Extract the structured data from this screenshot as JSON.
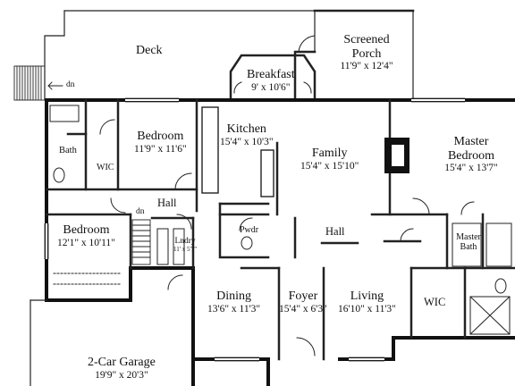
{
  "rooms": {
    "deck": {
      "name": "Deck",
      "dims": ""
    },
    "screened_porch": {
      "name": "Screened Porch",
      "dims": "11'9\" x 12'4\""
    },
    "breakfast": {
      "name": "Breakfast",
      "dims": "9' x 10'6\""
    },
    "kitchen": {
      "name": "Kitchen",
      "dims": "15'4\" x 10'3\""
    },
    "bedroom_1": {
      "name": "Bedroom",
      "dims": "11'9\" x 11'6\""
    },
    "bath": {
      "name": "Bath",
      "dims": ""
    },
    "wic_1": {
      "name": "WIC",
      "dims": ""
    },
    "family": {
      "name": "Family",
      "dims": "15'4\" x 15'10\""
    },
    "master_bedroom": {
      "name": "Master Bedroom",
      "dims": "15'4\" x 13'7\""
    },
    "hall_1": {
      "name": "Hall",
      "dims": ""
    },
    "bedroom_2": {
      "name": "Bedroom",
      "dims": "12'1\" x 10'11\""
    },
    "laundry": {
      "name": "Lndry",
      "dims": "11' x 5'7\""
    },
    "powder": {
      "name": "Pwdr",
      "dims": ""
    },
    "hall_2": {
      "name": "Hall",
      "dims": ""
    },
    "master_bath": {
      "name": "Master Bath",
      "dims": ""
    },
    "wic_2": {
      "name": "WIC",
      "dims": ""
    },
    "dining": {
      "name": "Dining",
      "dims": "13'6\" x 11'3\""
    },
    "foyer": {
      "name": "Foyer",
      "dims": "15'4\" x 6'3\""
    },
    "living": {
      "name": "Living",
      "dims": "16'10\" x 11'3\""
    },
    "garage": {
      "name": "2-Car Garage",
      "dims": "19'9\" x 20'3\""
    }
  },
  "stair_marks": {
    "deck": "dn",
    "interior": "dn"
  }
}
